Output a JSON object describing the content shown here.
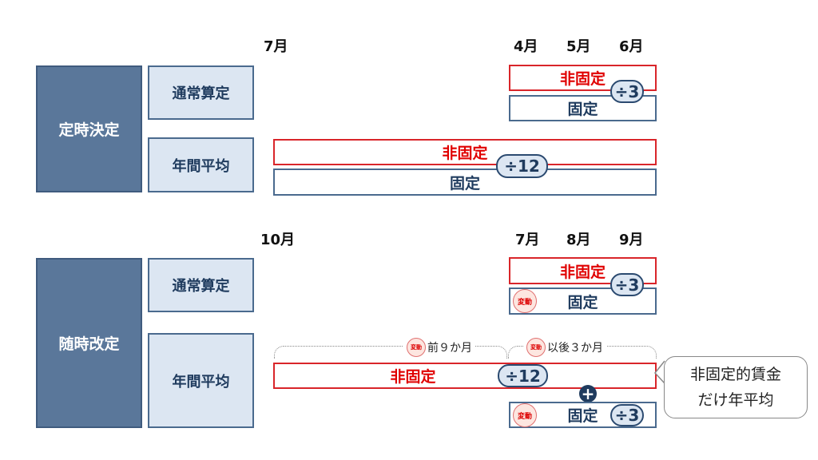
{
  "teiji": {
    "title": "定時決定",
    "normal": "通常算定",
    "annual": "年間平均",
    "months": {
      "m7": "7月",
      "m4": "4月",
      "m5": "5月",
      "m6": "6月"
    },
    "nonfixed": "非固定",
    "fixed": "固定",
    "div3": "÷3",
    "div12": "÷12"
  },
  "zuiji": {
    "title": "随時改定",
    "normal": "通常算定",
    "annual": "年間平均",
    "months": {
      "m10": "10月",
      "m7": "7月",
      "m8": "8月",
      "m9": "9月"
    },
    "nonfixed": "非固定",
    "fixed": "固定",
    "div3": "÷3",
    "div12": "÷12",
    "change": "変動",
    "before": "前９か月",
    "after": "以後３か月",
    "plus": "+",
    "callout": [
      "非固定的賃金",
      "だけ年平均"
    ]
  },
  "colors": {
    "red": "#d9252a",
    "navy": "#1f3b5e",
    "box": "#5a779a",
    "light": "#dce6f2"
  }
}
